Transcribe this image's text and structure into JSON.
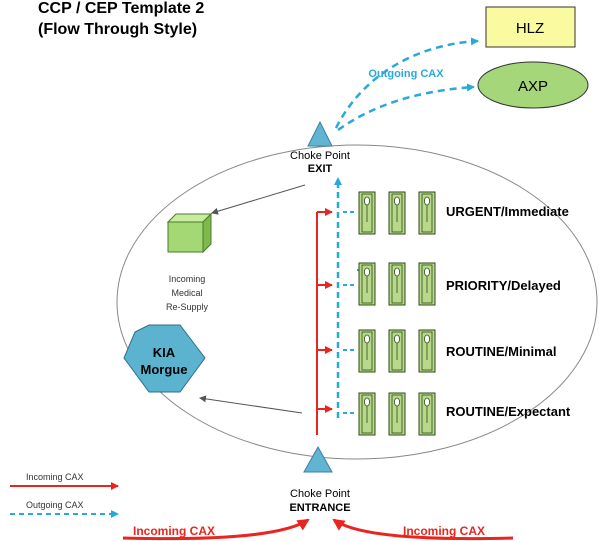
{
  "title": {
    "line1": "CCP / CEP Template 2",
    "line2": "(Flow Through Style)"
  },
  "nodes": {
    "hlz": "HLZ",
    "axp": "AXP",
    "kia_line1": "KIA",
    "kia_line2": "Morgue",
    "supply_line1": "Incoming",
    "supply_line2": "Medical",
    "supply_line3": "Re-Supply"
  },
  "choke_exit": {
    "line1": "Choke Point",
    "line2": "EXIT"
  },
  "choke_entrance": {
    "line1": "Choke Point",
    "line2": "ENTRANCE"
  },
  "categories": [
    "URGENT/Immediate",
    "PRIORITY/Delayed",
    "ROUTINE/Minimal",
    "ROUTINE/Expectant"
  ],
  "labels": {
    "outgoing_cax_top": "Outgoing CAX",
    "incoming_cax_left": "Incoming CAX",
    "incoming_cax_right": "Incoming CAX"
  },
  "legend": {
    "incoming": "Incoming CAX",
    "outgoing": "Outgoing CAX"
  },
  "colors": {
    "incoming": "#e8251f",
    "outgoing": "#29a9d6",
    "hlz_fill": "#fafaa0",
    "axp_fill": "#a6d67a",
    "kia_fill": "#5bb3cf",
    "choke_fill": "#62b4d3",
    "litter_fill": "#b9d98a",
    "supply_fill": "#a3d874"
  }
}
